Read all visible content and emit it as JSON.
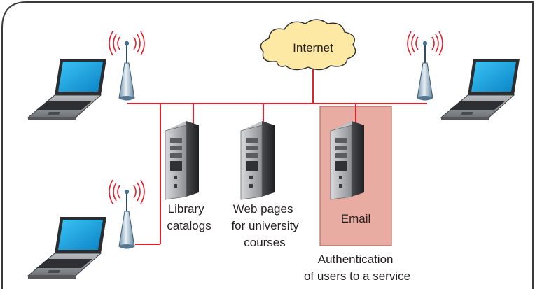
{
  "diagram": {
    "cloud_label": "Internet",
    "server_labels": {
      "library": [
        "Library",
        "catalogs"
      ],
      "web": [
        "Web pages",
        "for university",
        "courses"
      ],
      "email": [
        "Email"
      ]
    },
    "auth_caption": [
      "Authentication",
      "of users to a service"
    ],
    "colors": {
      "network_line": "#e3202b",
      "cloud_fill": "#fde8a4",
      "cloud_stroke": "#2b2b2b",
      "highlight_fill": "#e8aca2",
      "frame": "#3a3a3a",
      "screen": "#1aa3e0"
    },
    "icons": [
      "laptop-icon",
      "wireless-access-point-icon",
      "server-tower-icon",
      "cloud-icon"
    ]
  }
}
